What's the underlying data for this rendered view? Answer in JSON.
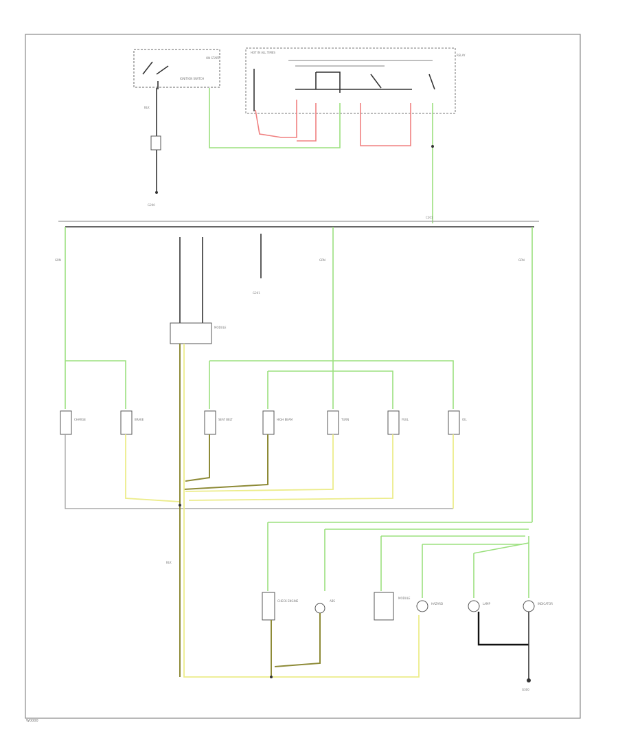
{
  "diagram": {
    "type": "wiring-schematic",
    "wire_colors": {
      "black": "#333333",
      "grey": "#999999",
      "green": "#9be07e",
      "red": "#f08080",
      "yellow": "#ecec8a",
      "olive": "#8d8a36"
    },
    "components_top": [
      {
        "id": "ignition-switch",
        "label": "IGNITION SWITCH"
      },
      {
        "id": "under-dash-fuse",
        "label": "HOT IN ALL TIMES"
      },
      {
        "id": "relay",
        "label": "RELAY"
      }
    ],
    "components_mid_row": [
      {
        "id": "c1",
        "label": "CHARGE"
      },
      {
        "id": "c2",
        "label": "BRAKE"
      },
      {
        "id": "c3",
        "label": "SEAT BELT"
      },
      {
        "id": "c4",
        "label": "HIGH BEAM"
      },
      {
        "id": "c5",
        "label": "TURN"
      },
      {
        "id": "c6",
        "label": "FUEL"
      },
      {
        "id": "c7",
        "label": "OIL"
      }
    ],
    "components_bottom_row": [
      {
        "id": "b1",
        "label": "CHECK ENGINE"
      },
      {
        "id": "b2",
        "label": "ABS"
      },
      {
        "id": "b3",
        "label": "MODULE"
      },
      {
        "id": "b4",
        "label": "HAZARD"
      },
      {
        "id": "b5",
        "label": "LAMP"
      },
      {
        "id": "b6",
        "label": "INDICATOR"
      }
    ],
    "corner_label": "W0000"
  }
}
